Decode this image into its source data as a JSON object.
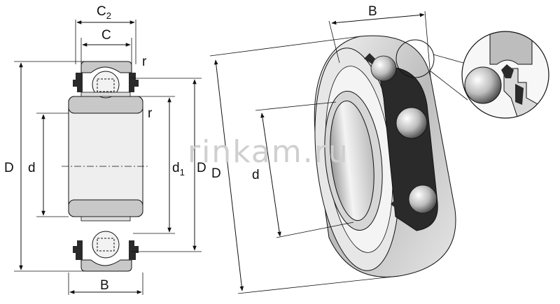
{
  "labels": {
    "c2": "C",
    "c2_sub": "2",
    "c": "C",
    "r_top": "r",
    "r_mid": "r",
    "d_outer_left": "D",
    "d_inner_left": "d",
    "d1": "d",
    "d1_sub": "1",
    "d_outer_right": "D",
    "b_bottom": "B",
    "b_top_3d": "B",
    "d_outer_3d": "D",
    "d_inner_3d": "d"
  },
  "watermark": "rinkam.ru",
  "colors": {
    "ring_fill": "#c8c8c8",
    "ring_light": "#e9e9e9",
    "bore_fill": "#eeeeee",
    "ball_fill": "#f2f2f2",
    "cage_dark": "#2a2a2a",
    "line": "#111111",
    "watermark": "#cfcfcf"
  }
}
